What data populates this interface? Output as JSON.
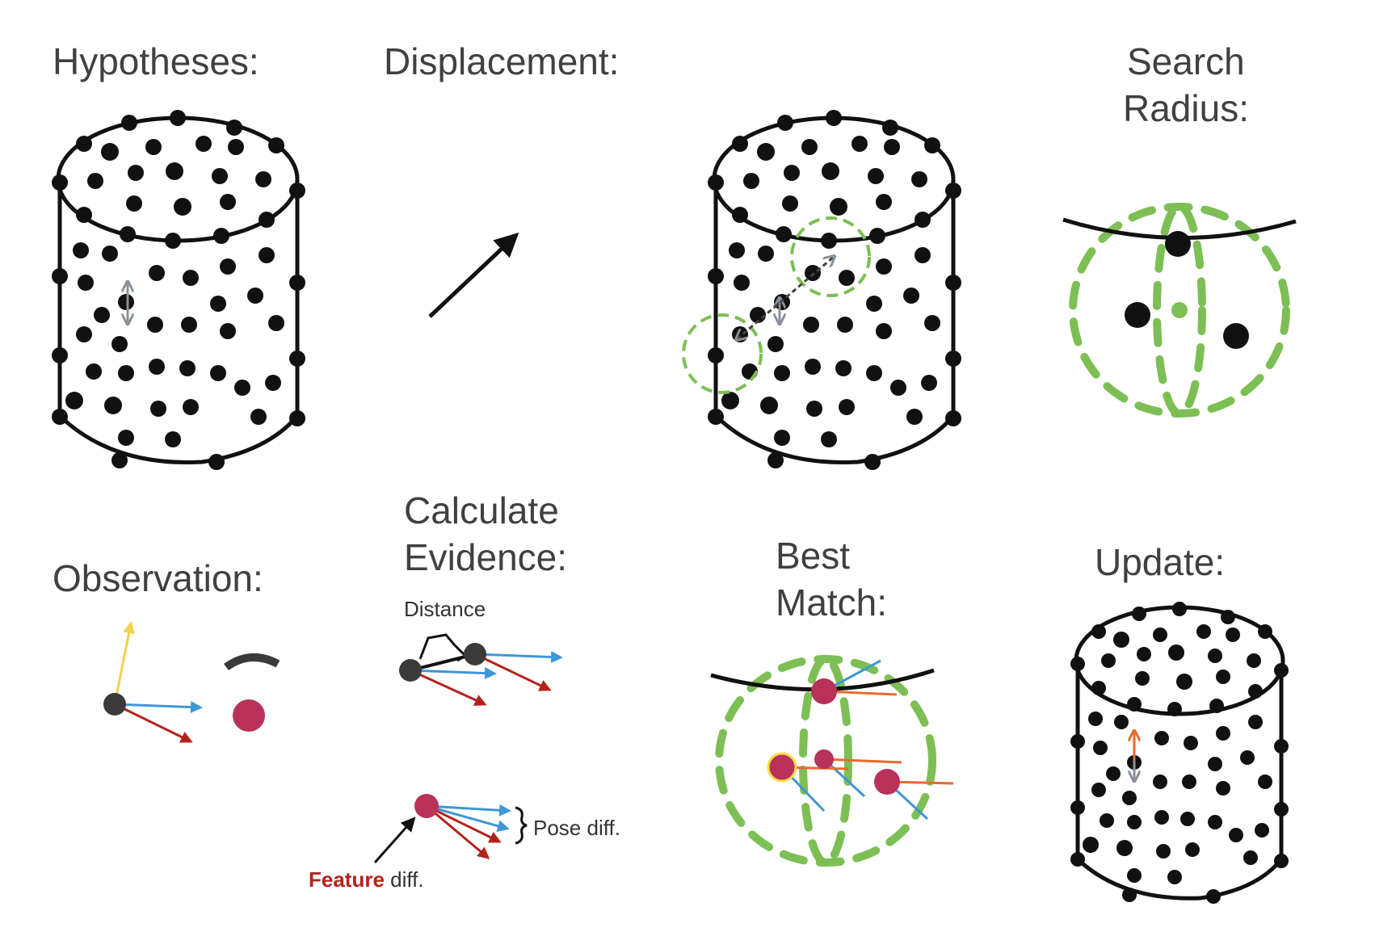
{
  "labels": {
    "hypotheses": "Hypotheses:",
    "displacement": "Displacement:",
    "search_radius_line1": "Search",
    "search_radius_line2": "Radius:",
    "observation": "Observation:",
    "calculate_evidence_line1": "Calculate",
    "calculate_evidence_line2": "Evidence:",
    "distance": "Distance",
    "pose_diff": "Pose diff.",
    "feature_word": "Feature",
    "feature_diff_rest": " diff.",
    "best_match_line1": "Best",
    "best_match_line2": "Match:",
    "update": "Update:"
  },
  "colors": {
    "dot": "#111111",
    "hypothesis_arrow": "#8a9099",
    "search_radius": "#7dbf55",
    "feature_point": "#b8325a",
    "normal_vector": "#3f97d6",
    "curvature_vector": "#b3231e",
    "third_axis": "#f2d14c",
    "update_arrow": "#e86a2c",
    "best_match_ring": "#f6dc4a"
  }
}
